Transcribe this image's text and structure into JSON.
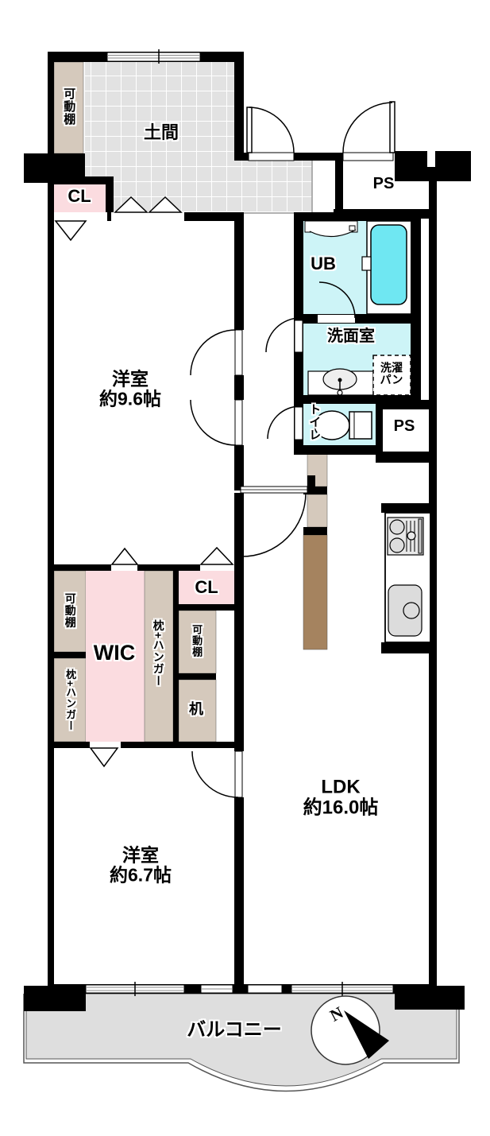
{
  "rooms": {
    "doma": {
      "name": "土間"
    },
    "bedroom1": {
      "name": "洋室",
      "size": "約9.6帖"
    },
    "bedroom2": {
      "name": "洋室",
      "size": "約6.7帖"
    },
    "ldk": {
      "name": "LDK",
      "size": "約16.0帖"
    },
    "wic": {
      "name": "WIC"
    },
    "unit_bath": {
      "name": "UB"
    },
    "washroom": {
      "name": "洗面室"
    },
    "laundry_pan": {
      "name": "洗濯パン"
    },
    "toilet": {
      "name": "トイレ"
    },
    "balcony": {
      "name": "バルコニー"
    },
    "pipe_space_top": {
      "name": "PS"
    },
    "pipe_space_mid": {
      "name": "PS"
    },
    "closet_entry": {
      "name": "CL"
    },
    "closet_mid": {
      "name": "CL"
    },
    "desk": {
      "name": "机"
    },
    "shelf_entry": {
      "name": "可動棚"
    },
    "shelf_wic_left": {
      "name": "可動棚"
    },
    "shelf_nook": {
      "name": "可動棚"
    },
    "hanger_left": {
      "name": "枕+ハンガー"
    },
    "hanger_right": {
      "name": "枕+ハンガー"
    }
  },
  "compass": {
    "north": "N"
  },
  "colors": {
    "wall": "#000000",
    "tile": "#e2e2e2",
    "tile_line": "#ffffff",
    "shelf_tan": "#d5c9bc",
    "counter_brown": "#a5835f",
    "closet_pink": "#fbdce0",
    "wet_floor_cyan": "#cdf4f7",
    "bathtub_cyan": "#6fe7f2",
    "balcony_gray": "#dedede",
    "fixture_gray": "#dcdcdc"
  }
}
